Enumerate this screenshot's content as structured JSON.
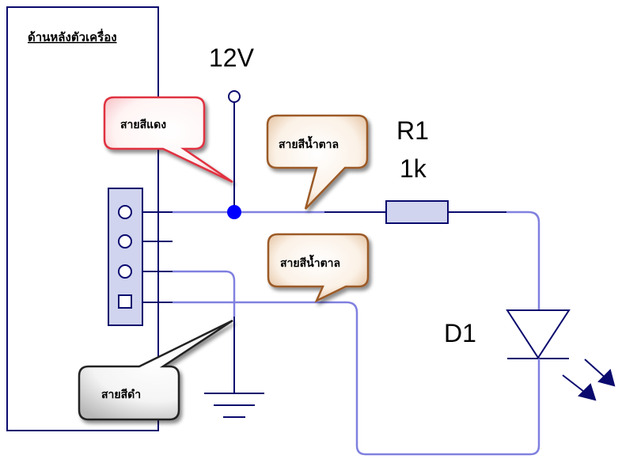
{
  "panel": {
    "title": "ด้านหลังตัวเครื่อง"
  },
  "supply": {
    "label": "12V"
  },
  "resistor": {
    "name": "R1",
    "value": "1k"
  },
  "diode": {
    "name": "D1"
  },
  "callouts": {
    "red": "สายสีแดง",
    "brown_top": "สายสีน้ำตาล",
    "brown_bottom": "สายสีน้ำตาล",
    "black": "สายสีดำ"
  },
  "colors": {
    "wire_dark": "#0a0a6e",
    "wire_light": "#8080e0",
    "node": "#0000ff",
    "connector_fill": "#d0d4ee",
    "callout_red": "#e03040",
    "callout_brown": "#9c5a28",
    "callout_black": "#222222"
  }
}
